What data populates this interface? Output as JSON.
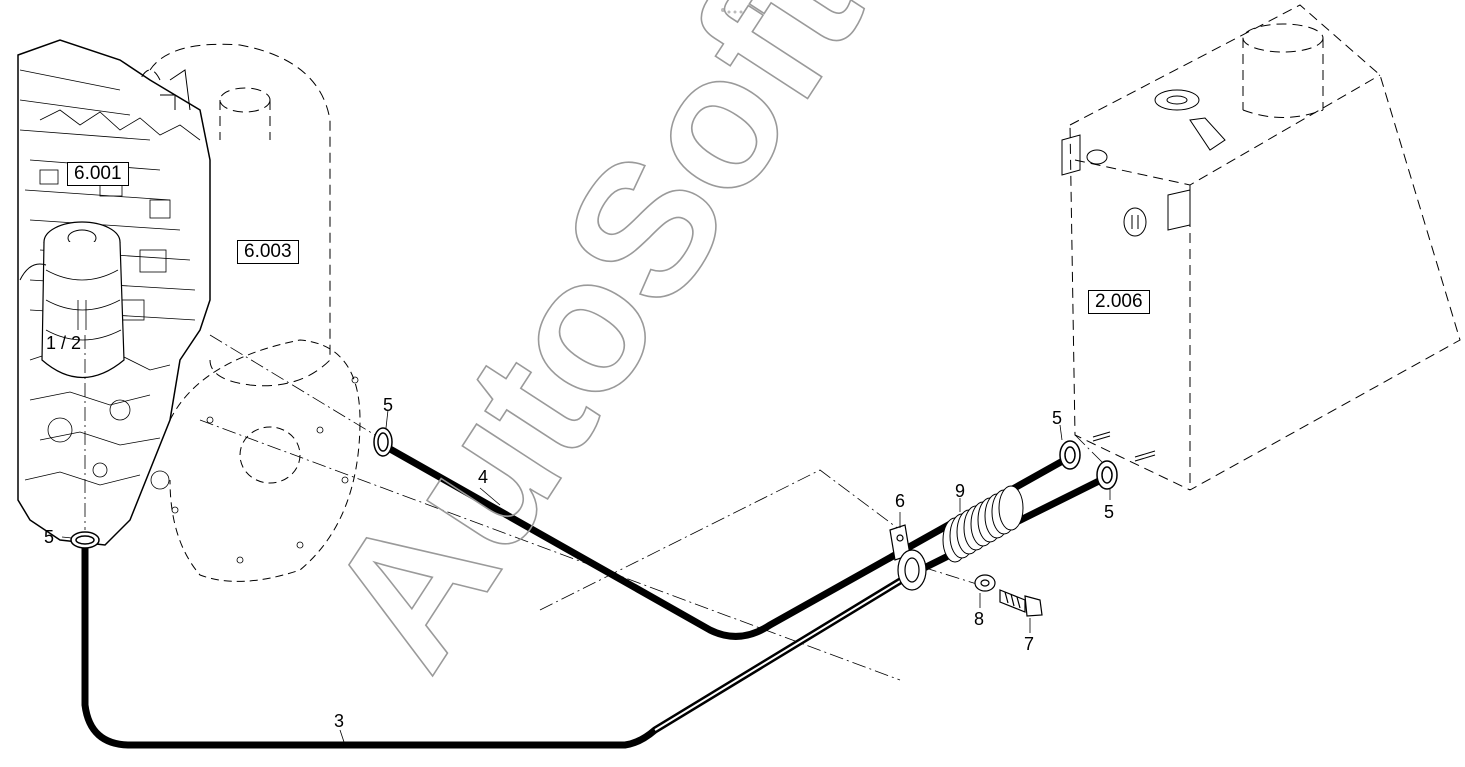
{
  "watermark": "AutoSoft",
  "reference_boxes": {
    "engine": "6.001",
    "air_filter": "6.003",
    "fuel_tank": "2.006"
  },
  "callouts": {
    "item_1_2": "1 / 2",
    "item_3": "3",
    "item_4": "4",
    "item_5": "5",
    "item_6": "6",
    "item_7": "7",
    "item_8": "8",
    "item_9": "9"
  },
  "colors": {
    "line": "#000000",
    "watermark_stroke": "#9a9a9a",
    "background": "#ffffff"
  }
}
